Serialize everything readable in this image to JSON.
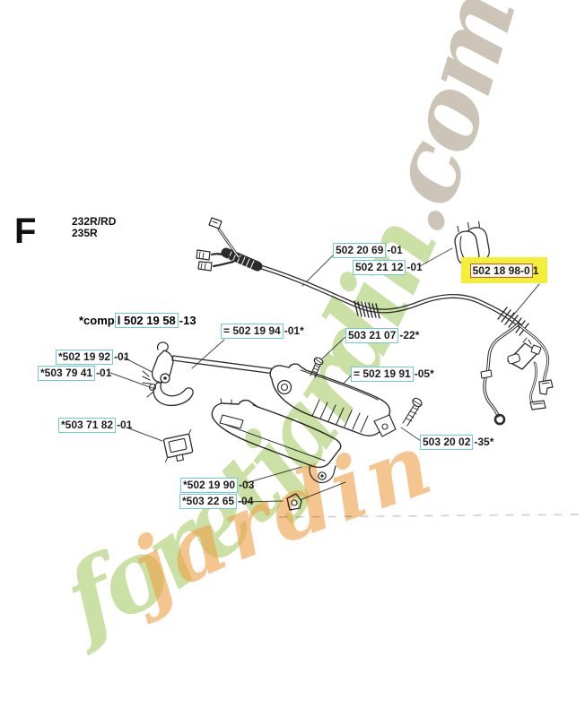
{
  "section": {
    "letter": "F",
    "models": [
      "232R/RD",
      "235R"
    ]
  },
  "watermark": {
    "word": "foretjardin",
    "tld": ".com",
    "overlay_word": "jardin",
    "green": "#b4d37e",
    "beige": "#b5ac99",
    "orange": "#ee9f45"
  },
  "highlight_colors": {
    "bg": "#f3ef39",
    "border": "#df4a32"
  },
  "labels": {
    "cable": {
      "boxed": "502 20 69",
      "post": "-01"
    },
    "clamp": {
      "boxed": "502 21 12",
      "post": "-01"
    },
    "harness": {
      "boxed": "502 18 98-0",
      "post": "1"
    },
    "compl": {
      "pre": "*comp",
      "boxed": "l 502 19 58",
      "post": "-13"
    },
    "lever": {
      "boxed": "= 502 19 94",
      "post": "-01*"
    },
    "trigger": {
      "boxed": "*502 19 92",
      "post": "-01"
    },
    "spring": {
      "boxed": "*503 79 41",
      "post": "-01"
    },
    "screw_top": {
      "boxed": "503 21 07",
      "post": "-22*"
    },
    "housing": {
      "boxed": "= 502 19 91",
      "post": "-05*"
    },
    "switch": {
      "boxed": "*503 71 82",
      "post": "-01"
    },
    "screw_right": {
      "boxed": "503 20 02",
      "post": "-35*"
    },
    "handle": {
      "boxed": "*502 19 90",
      "post": "-03"
    },
    "nut": {
      "boxed": "*503 22 65",
      "post": "-04"
    }
  }
}
